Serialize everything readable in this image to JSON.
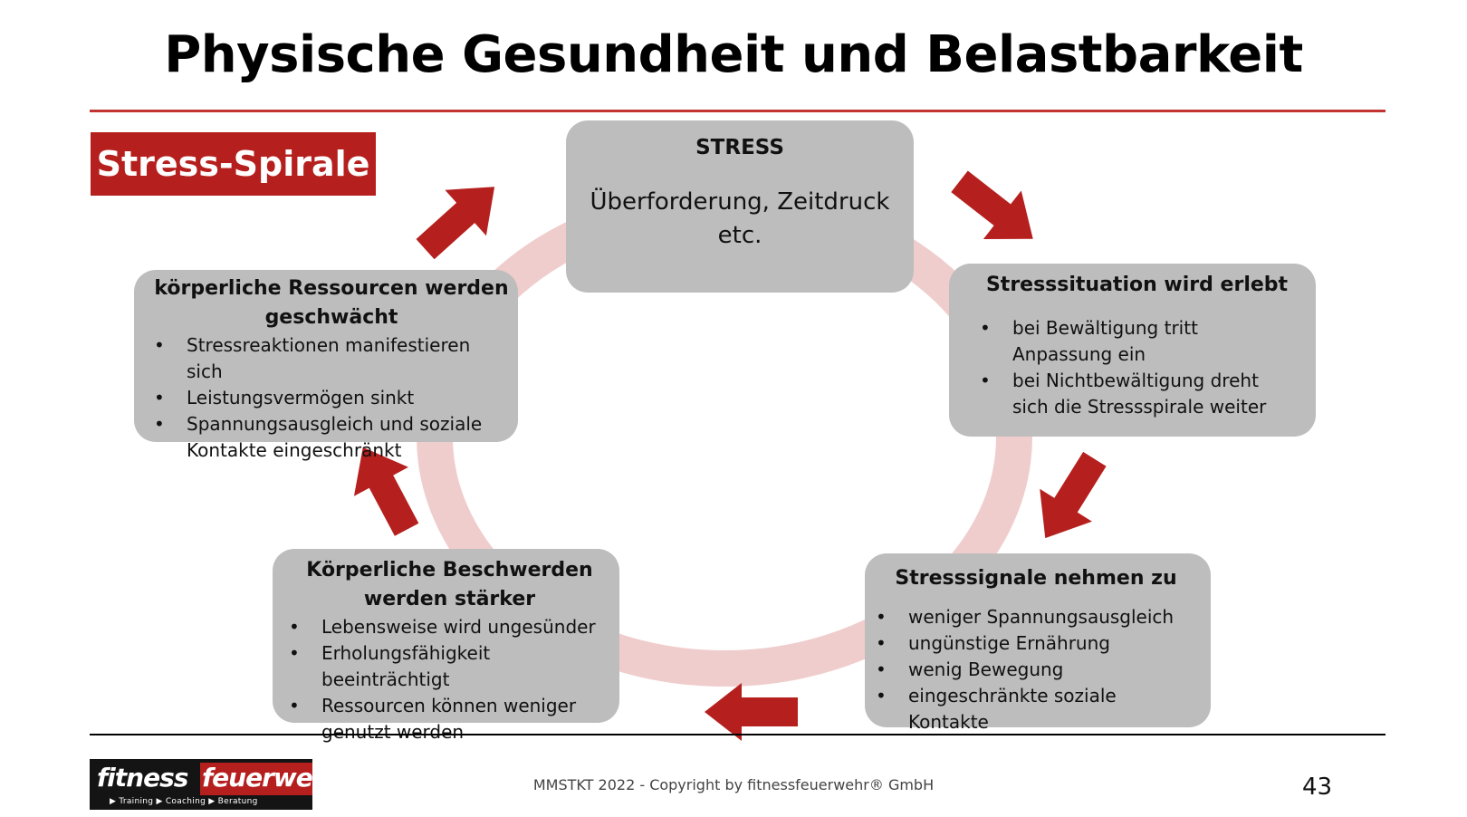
{
  "title": "Physische Gesundheit und Belastbarkeit",
  "section_tag": "Stress-Spirale",
  "boxes": {
    "stress": {
      "heading": "STRESS",
      "subtext": "Überforderung, Zeitdruck etc."
    },
    "situation": {
      "heading": "Stresssituation wird erlebt",
      "items": [
        "bei Bewältigung tritt Anpassung ein",
        "bei Nichtbewältigung dreht sich die Stressspirale weiter"
      ]
    },
    "signals": {
      "heading": "Stresssignale nehmen zu",
      "items": [
        "weniger Spannungsausgleich",
        "ungünstige Ernährung",
        "wenig Bewegung",
        "eingeschränkte soziale Kontakte"
      ]
    },
    "complaints": {
      "heading": "Körperliche Beschwerden werden stärker",
      "items": [
        "Lebensweise wird ungesünder",
        "Erholungsfähigkeit beeinträchtigt",
        "Ressourcen können weniger genutzt werden"
      ]
    },
    "resources": {
      "heading": "körperliche Ressourcen werden geschwächt",
      "items": [
        "Stressreaktionen manifestieren sich",
        "Leistungsvermögen sinkt",
        "Spannungsausgleich und soziale Kontakte eingeschränkt"
      ]
    }
  },
  "footer": {
    "copyright": "MMSTKT 2022 -  Copyright by fitnessfeuerwehr® GmbH",
    "page_number": "43"
  },
  "logo": {
    "word_left": "fitness",
    "word_right": "feuerwehr",
    "tagline": "▶ Training   ▶ Coaching   ▶ Beratung"
  },
  "colors": {
    "accent_red": "#b5201e",
    "ring_pink": "#efcdcc",
    "box_gray": "#bdbdbd"
  }
}
